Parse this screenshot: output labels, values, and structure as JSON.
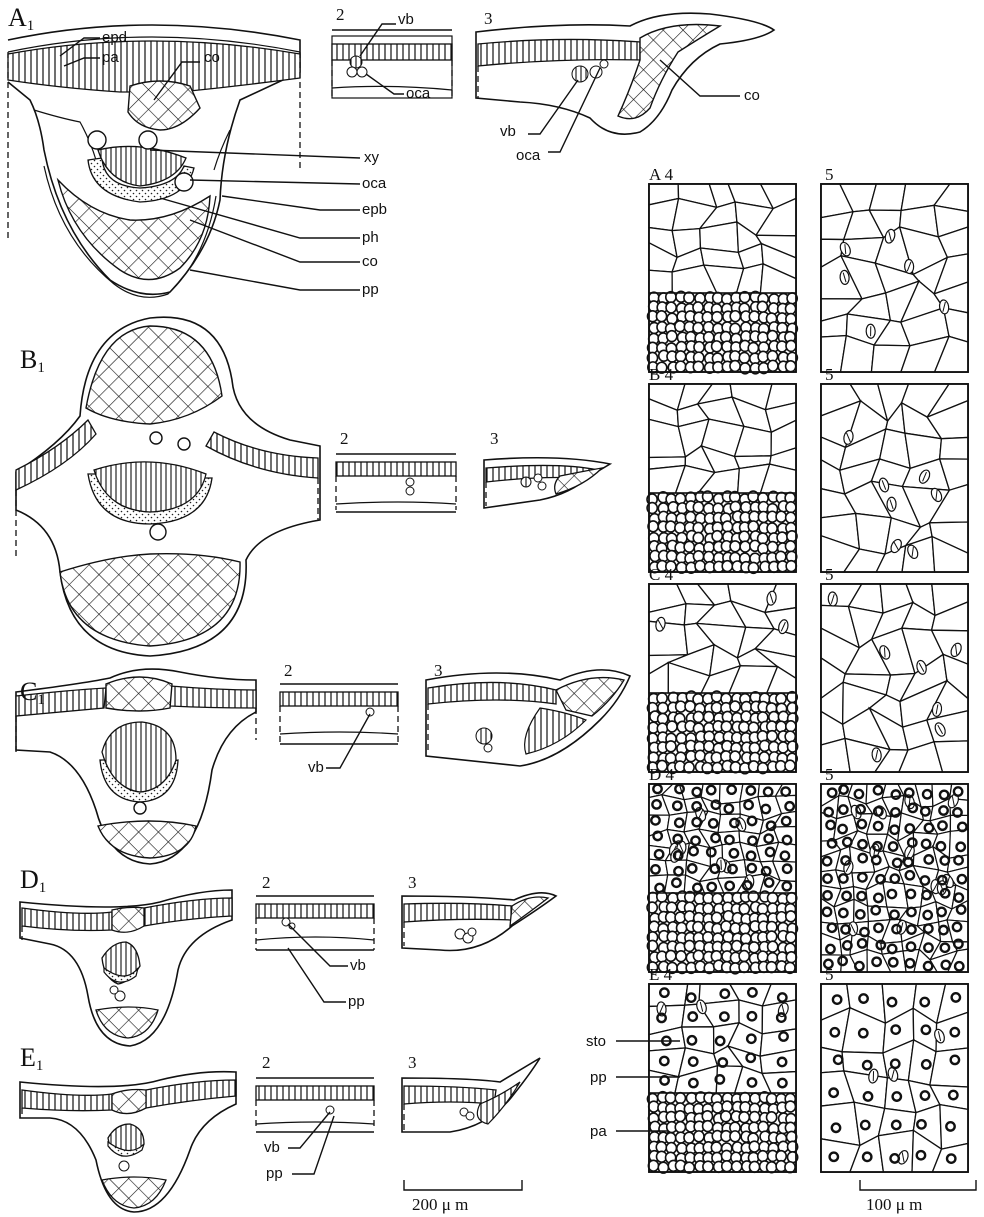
{
  "figure": {
    "rows": [
      {
        "id": "A",
        "label_main": "A",
        "label_sub": "1",
        "n2": "2",
        "n3": "3"
      },
      {
        "id": "B",
        "label_main": "B",
        "label_sub": "1",
        "n2": "2",
        "n3": "3"
      },
      {
        "id": "C",
        "label_main": "C",
        "label_sub": "1",
        "n2": "2",
        "n3": "3"
      },
      {
        "id": "D",
        "label_main": "D",
        "label_sub": "1",
        "n2": "2",
        "n3": "3"
      },
      {
        "id": "E",
        "label_main": "E",
        "label_sub": "1",
        "n2": "2",
        "n3": "3"
      }
    ],
    "panels": [
      {
        "id": "A",
        "l4": "A 4",
        "l5": "5",
        "type": "plain"
      },
      {
        "id": "B",
        "l4": "B 4",
        "l5": "5",
        "type": "plain"
      },
      {
        "id": "C",
        "l4": "C 4",
        "l5": "5",
        "type": "plain"
      },
      {
        "id": "D",
        "l4": "D 4",
        "l5": "5",
        "type": "dense"
      },
      {
        "id": "E",
        "l4": "E 4",
        "l5": "5",
        "type": "pits"
      }
    ],
    "labels": {
      "epd": "epd",
      "pa": "pa",
      "co": "co",
      "vb": "vb",
      "oca": "oca",
      "xy": "xy",
      "epb": "epb",
      "ph": "ph",
      "pp": "pp",
      "sto": "sto"
    },
    "scale_left": "200 μ m",
    "scale_right": "100 μ m"
  }
}
